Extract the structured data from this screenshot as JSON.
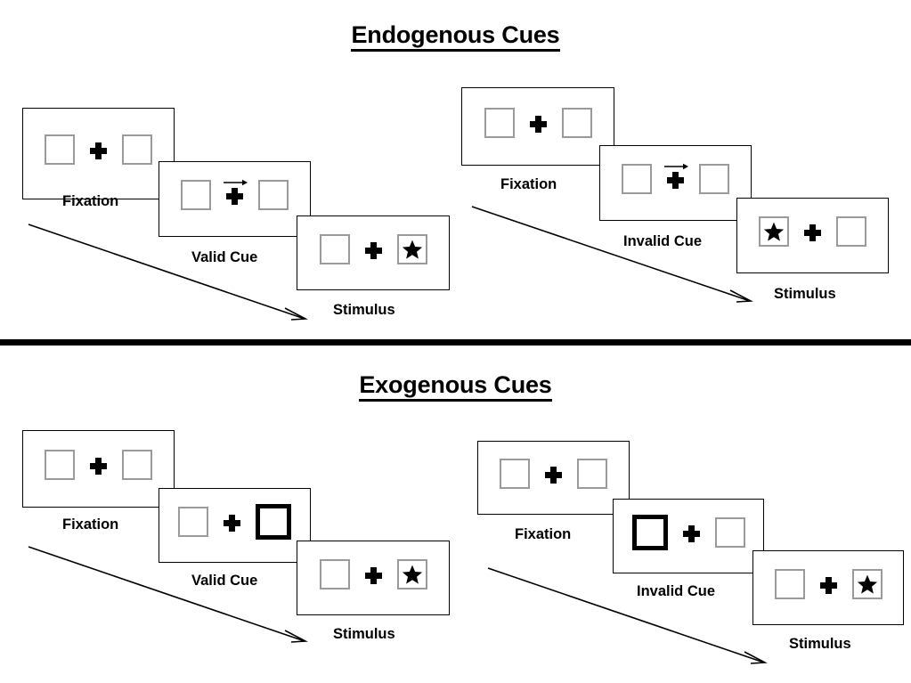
{
  "page": {
    "background": "#ffffff",
    "ink": "#000000",
    "box_border_color": "#9a9a9a",
    "cue_border_color": "#000000"
  },
  "sections": [
    {
      "id": "endogenous",
      "title": "Endogenous Cues",
      "conditions": [
        {
          "id": "endogenous-valid",
          "frames": [
            {
              "id": "fixation",
              "label": "Fixation",
              "left_box": "empty",
              "center": "plus",
              "right_box": "empty"
            },
            {
              "id": "cue",
              "label": "Valid Cue",
              "left_box": "empty",
              "center": "plus-arrow-right",
              "right_box": "empty"
            },
            {
              "id": "stimulus",
              "label": "Stimulus",
              "left_box": "empty",
              "center": "plus",
              "right_box": "star"
            }
          ]
        },
        {
          "id": "endogenous-invalid",
          "frames": [
            {
              "id": "fixation",
              "label": "Fixation",
              "left_box": "empty",
              "center": "plus",
              "right_box": "empty"
            },
            {
              "id": "cue",
              "label": "Invalid Cue",
              "left_box": "empty",
              "center": "plus-arrow-right",
              "right_box": "empty"
            },
            {
              "id": "stimulus",
              "label": "Stimulus",
              "left_box": "star",
              "center": "plus",
              "right_box": "empty"
            }
          ]
        }
      ]
    },
    {
      "id": "exogenous",
      "title": "Exogenous Cues",
      "conditions": [
        {
          "id": "exogenous-valid",
          "frames": [
            {
              "id": "fixation",
              "label": "Fixation",
              "left_box": "empty",
              "center": "plus",
              "right_box": "empty"
            },
            {
              "id": "cue",
              "label": "Valid Cue",
              "left_box": "empty",
              "center": "plus",
              "right_box": "cued"
            },
            {
              "id": "stimulus",
              "label": "Stimulus",
              "left_box": "empty",
              "center": "plus",
              "right_box": "star"
            }
          ]
        },
        {
          "id": "exogenous-invalid",
          "frames": [
            {
              "id": "fixation",
              "label": "Fixation",
              "left_box": "empty",
              "center": "plus",
              "right_box": "empty"
            },
            {
              "id": "cue",
              "label": "Invalid Cue",
              "left_box": "cued",
              "center": "plus",
              "right_box": "empty"
            },
            {
              "id": "stimulus",
              "label": "Stimulus",
              "left_box": "empty",
              "center": "plus",
              "right_box": "star"
            }
          ]
        }
      ]
    }
  ],
  "icons": {
    "plus": "fixation-cross-icon",
    "star": "star-icon",
    "arrow_right": "arrow-right-icon",
    "flow_arrow": "time-flow-arrow-icon"
  }
}
